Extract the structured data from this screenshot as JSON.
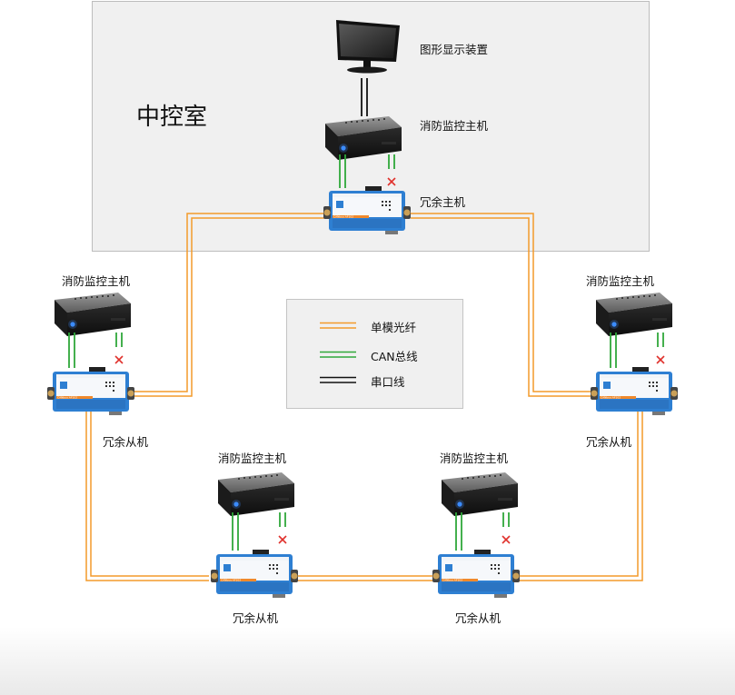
{
  "control_room": {
    "title": "中控室"
  },
  "labels": {
    "display_device": "图形显示装置",
    "host_top": "消防监控主机",
    "redundant_master": "冗余主机",
    "host_left": "消防监控主机",
    "host_right": "消防监控主机",
    "host_bottom_left": "消防监控主机",
    "host_bottom_right": "消防监控主机",
    "slave_left": "冗余从机",
    "slave_right": "冗余从机",
    "slave_bottom_left": "冗余从机",
    "slave_bottom_right": "冗余从机"
  },
  "legend": [
    {
      "label": "单模光纤",
      "color": "#f39a2a"
    },
    {
      "label": "CAN总线",
      "color": "#2fa83a"
    },
    {
      "label": "串口线",
      "color": "#111111"
    }
  ],
  "colors": {
    "fiber": "#f39a2a",
    "can": "#2fa83a",
    "serial": "#111111",
    "fail_mark": "#e0312c",
    "device_blue": "#2e7fd2"
  },
  "icons": [
    "monitor-icon",
    "pc-host-icon",
    "can-converter-icon",
    "fail-x-icon"
  ]
}
